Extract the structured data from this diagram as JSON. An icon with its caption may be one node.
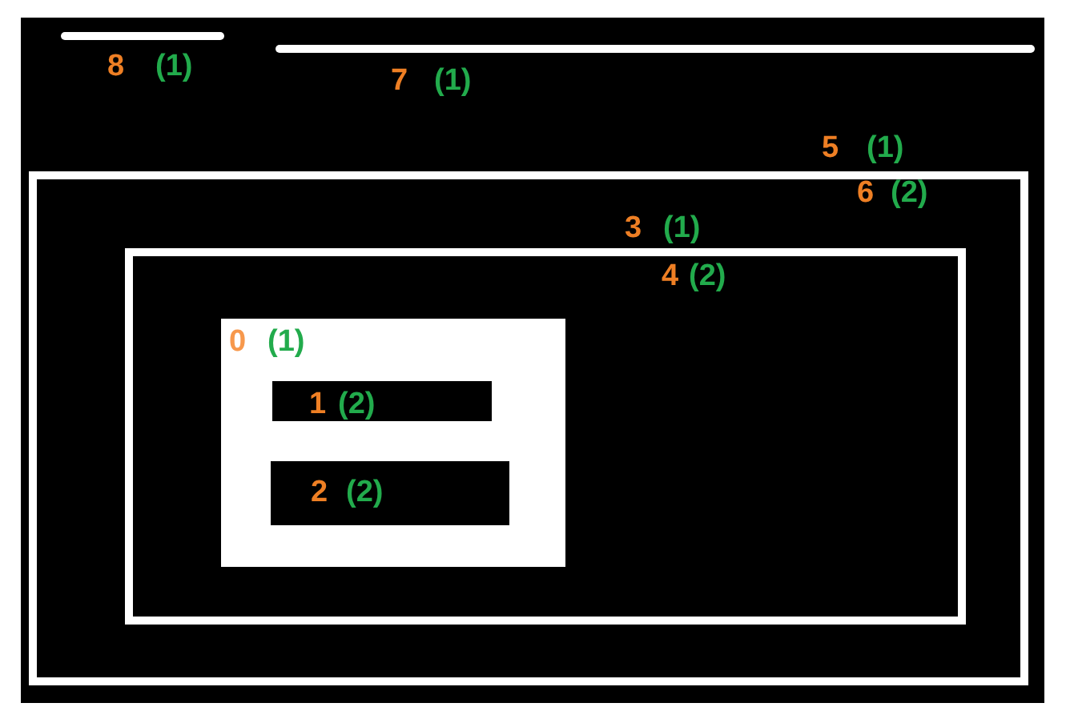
{
  "diagram": {
    "nodes": [
      {
        "text": [
          "8",
          "(1)"
        ]
      },
      {
        "text": [
          "7",
          "(1)"
        ]
      },
      {
        "text": [
          "5",
          "(1)",
          "6",
          "(2)"
        ]
      },
      {
        "text": [
          "3",
          "(1)",
          "4",
          "(2)"
        ],
        "in": 2
      },
      {
        "text": [
          "0",
          "(1)"
        ],
        "in": 3
      },
      {
        "text": [
          "1",
          "(2)"
        ],
        "in": 4
      },
      {
        "text": [
          "2",
          "(2)"
        ],
        "in": 4
      }
    ]
  }
}
